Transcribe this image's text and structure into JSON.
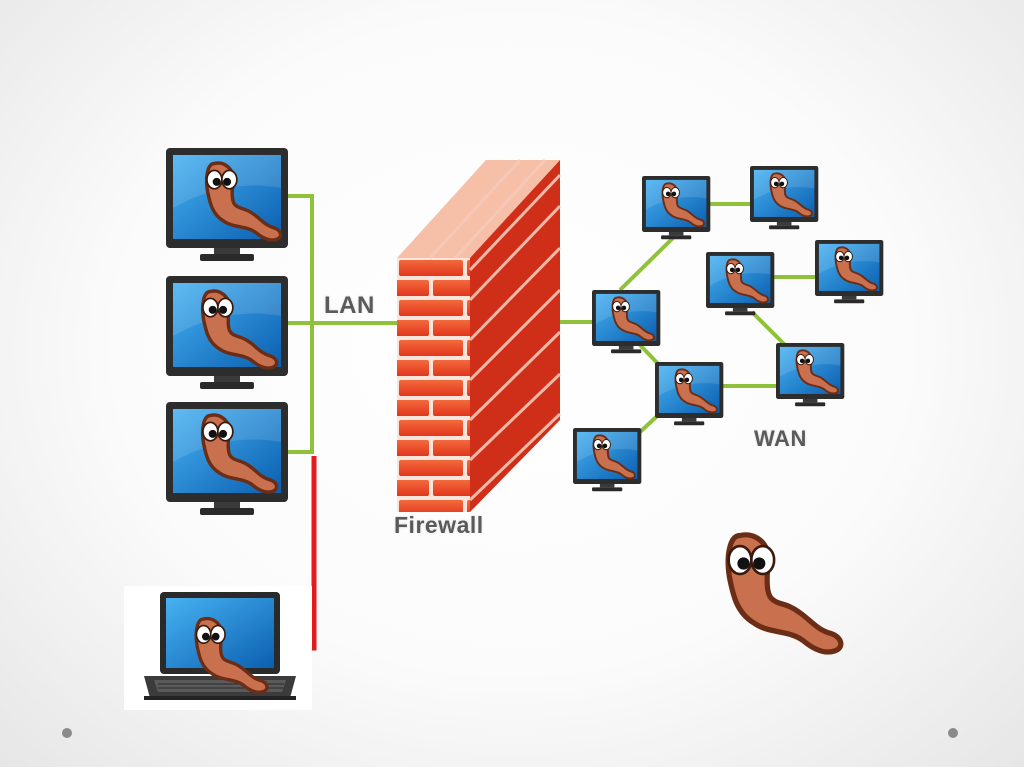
{
  "labels": {
    "lan": "LAN",
    "wan": "WAN",
    "firewall": "Firewall"
  },
  "colors": {
    "lan_link": "#8fc23a",
    "wan_link": "#8fc23a",
    "infected_link": "#e31b1b",
    "brick": "#e84a2a",
    "worm": "#c9704f",
    "screen": "#1f86d6"
  },
  "icons": [
    "monitor-icon",
    "laptop-icon",
    "worm-icon",
    "brick-wall-icon"
  ]
}
